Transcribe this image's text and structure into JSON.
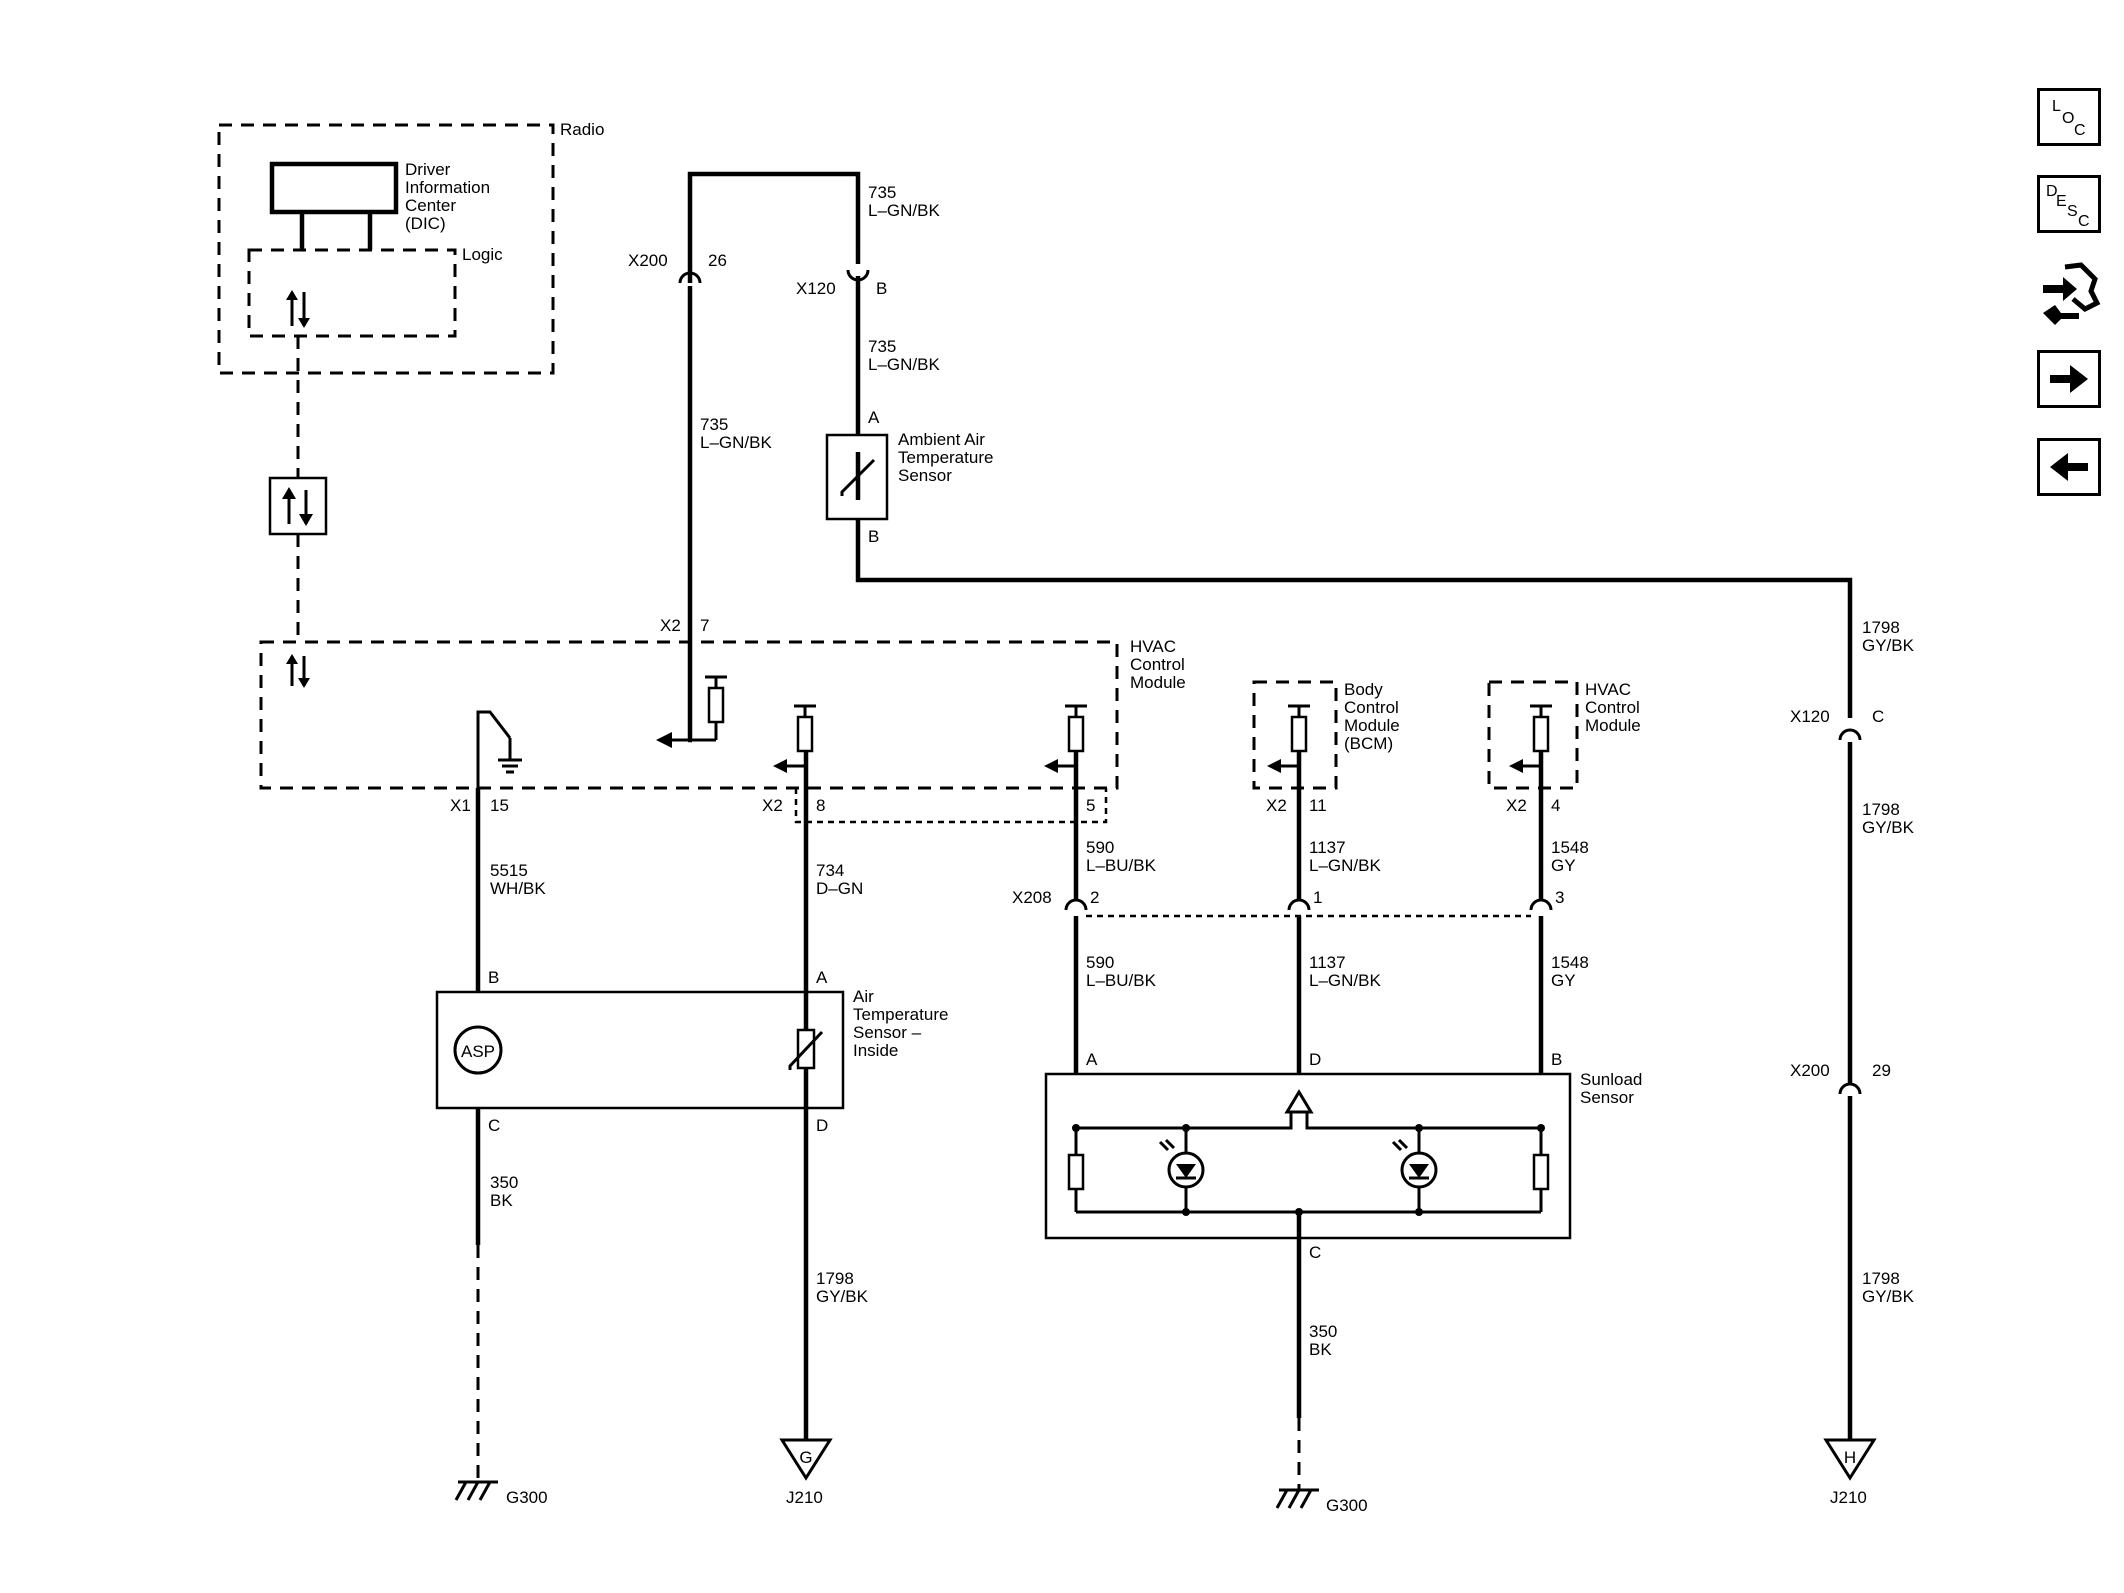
{
  "components": {
    "radio": "Radio",
    "dic": [
      "Driver",
      "Information",
      "Center",
      "(DIC)"
    ],
    "logic": "Logic",
    "hvac_main": [
      "HVAC",
      "Control",
      "Module"
    ],
    "ambient_sensor": [
      "Ambient Air",
      "Temperature",
      "Sensor"
    ],
    "bcm": [
      "Body",
      "Control",
      "Module",
      "(BCM)"
    ],
    "hvac_small": [
      "HVAC",
      "Control",
      "Module"
    ],
    "air_temp_inside": [
      "Air",
      "Temperature",
      "Sensor –",
      "Inside"
    ],
    "asp": "ASP",
    "sunload": [
      "Sunload",
      "Sensor"
    ]
  },
  "connectors": {
    "x200_top": "X200",
    "x200_top_pin": "26",
    "x120_top": "X120",
    "x120_top_pin": "B",
    "amb_pin_a": "A",
    "amb_pin_b": "B",
    "x2_7": "X2",
    "x2_7_pin": "7",
    "x1_15": "X1",
    "x1_15_pin": "15",
    "x2_8": "X2",
    "x2_8_pin": "8",
    "x2_5_pin": "5",
    "x2_11": "X2",
    "x2_11_pin": "11",
    "x2_4": "X2",
    "x2_4_pin": "4",
    "x208": "X208",
    "x208_pin2": "2",
    "x208_pin1": "1",
    "x208_pin3": "3",
    "x120_c": "X120",
    "x120_c_pin": "C",
    "x200_29": "X200",
    "x200_29_pin": "29",
    "asp_b": "B",
    "asp_c": "C",
    "ats_a": "A",
    "ats_d": "D",
    "sun_a": "A",
    "sun_d": "D",
    "sun_b": "B",
    "sun_c": "C"
  },
  "wires": {
    "w735_a": [
      "735",
      "L–GN/BK"
    ],
    "w735_b": [
      "735",
      "L–GN/BK"
    ],
    "w735_c": [
      "735",
      "L–GN/BK"
    ],
    "w1798_a": [
      "1798",
      "GY/BK"
    ],
    "w1798_b": [
      "1798",
      "GY/BK"
    ],
    "w1798_c": [
      "1798",
      "GY/BK"
    ],
    "w1798_d": [
      "1798",
      "GY/BK"
    ],
    "w5515": [
      "5515",
      "WH/BK"
    ],
    "w734": [
      "734",
      "D–GN"
    ],
    "w590_a": [
      "590",
      "L–BU/BK"
    ],
    "w590_b": [
      "590",
      "L–BU/BK"
    ],
    "w1137_a": [
      "1137",
      "L–GN/BK"
    ],
    "w1137_b": [
      "1137",
      "L–GN/BK"
    ],
    "w1548_a": [
      "1548",
      "GY"
    ],
    "w1548_b": [
      "1548",
      "GY"
    ],
    "w350_a": [
      "350",
      "BK"
    ],
    "w350_b": [
      "350",
      "BK"
    ]
  },
  "grounds": {
    "g300_left": "G300",
    "g300_mid": "G300",
    "j210_g": "J210",
    "j210_h": "J210",
    "g_letter": "G",
    "h_letter": "H"
  },
  "toolbar": {
    "loc": [
      "L",
      "O",
      "C"
    ],
    "desc": [
      "D",
      "E",
      "S",
      "C"
    ],
    "icons": [
      "loc-icon",
      "desc-icon",
      "connector-tool-icon",
      "next-arrow-icon",
      "prev-arrow-icon"
    ]
  }
}
